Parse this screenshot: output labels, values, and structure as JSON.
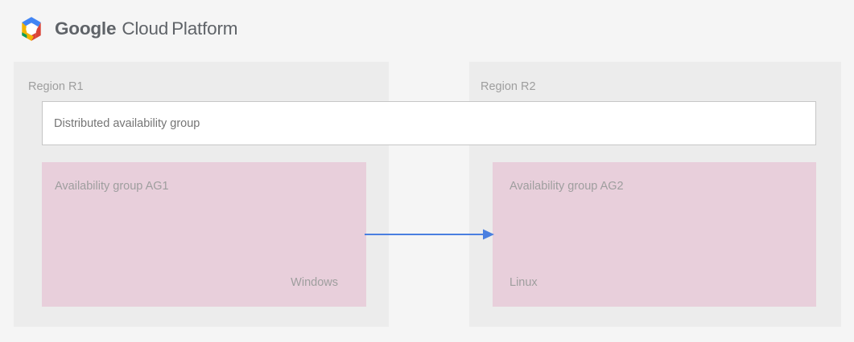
{
  "header": {
    "logo_icon": "google-cloud-platform-hexagon-logo",
    "brand_word_1": "Google",
    "brand_word_2": "Cloud",
    "brand_word_3": "Platform",
    "logo_colors": {
      "blue": "#4285f4",
      "red": "#db4437",
      "yellow": "#f4b400",
      "green": "#0f9d58",
      "center": "#ffffff"
    }
  },
  "diagram": {
    "page_background": "#f5f5f5",
    "region_background": "#ececec",
    "availability_group_background": "#e8cfdb",
    "distributed_group_background": "#ffffff",
    "distributed_group_border": "#c6c6c6",
    "arrow_color": "#4a7fe0",
    "text_color": "#9e9e9e",
    "regions": [
      {
        "id": "r1",
        "label": "Region R1"
      },
      {
        "id": "r2",
        "label": "Region R2"
      }
    ],
    "distributed_group": {
      "label": "Distributed availability group"
    },
    "availability_groups": [
      {
        "id": "ag1",
        "label": "Availability group AG1",
        "os": "Windows"
      },
      {
        "id": "ag2",
        "label": "Availability group AG2",
        "os": "Linux"
      }
    ],
    "arrow": {
      "name": "replication-arrow",
      "direction": "left-to-right",
      "from": "ag1",
      "to": "ag2"
    }
  }
}
